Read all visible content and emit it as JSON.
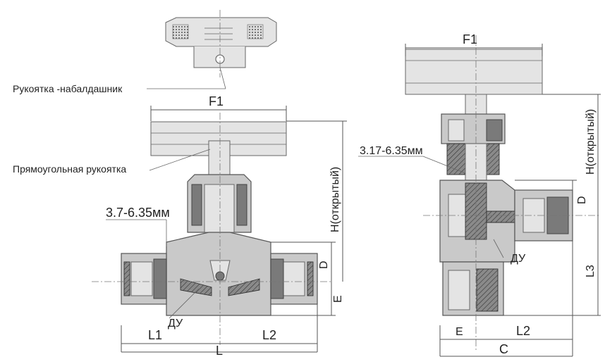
{
  "labels": {
    "handle_knob": "Рукоятка -набалдашник",
    "handle_rect": "Прямоугольная рукоятка",
    "tube_left": "3.7-6.35мм",
    "tube_right": "3.17-6.35мм",
    "f1": "F1",
    "h_open": "H(открытый)",
    "d": "D",
    "e": "E",
    "l1": "L1",
    "l2": "L2",
    "l": "L",
    "du": "ДУ",
    "l3": "L3",
    "c": "C"
  },
  "colors": {
    "body": "#c9c9c9",
    "dark": "#7a7a7a",
    "light": "#e4e4e4",
    "line": "#555555"
  }
}
